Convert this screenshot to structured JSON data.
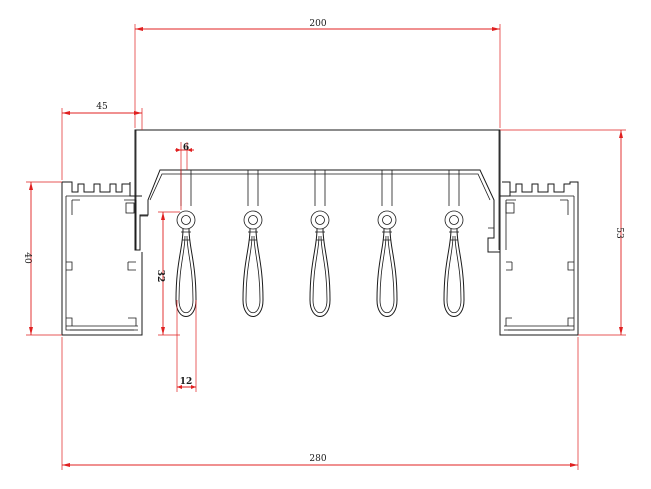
{
  "dimensions": {
    "top_width": "200",
    "left_channel_width": "45",
    "slot_width": "6",
    "right_height": "53",
    "left_height": "40",
    "hook_height": "32",
    "hook_width": "12",
    "overall_width": "280"
  },
  "colors": {
    "dimension_lines": "#e02020",
    "profile_lines": "#1a1a1a",
    "background": "#ffffff"
  },
  "hooks": {
    "count": 5
  }
}
